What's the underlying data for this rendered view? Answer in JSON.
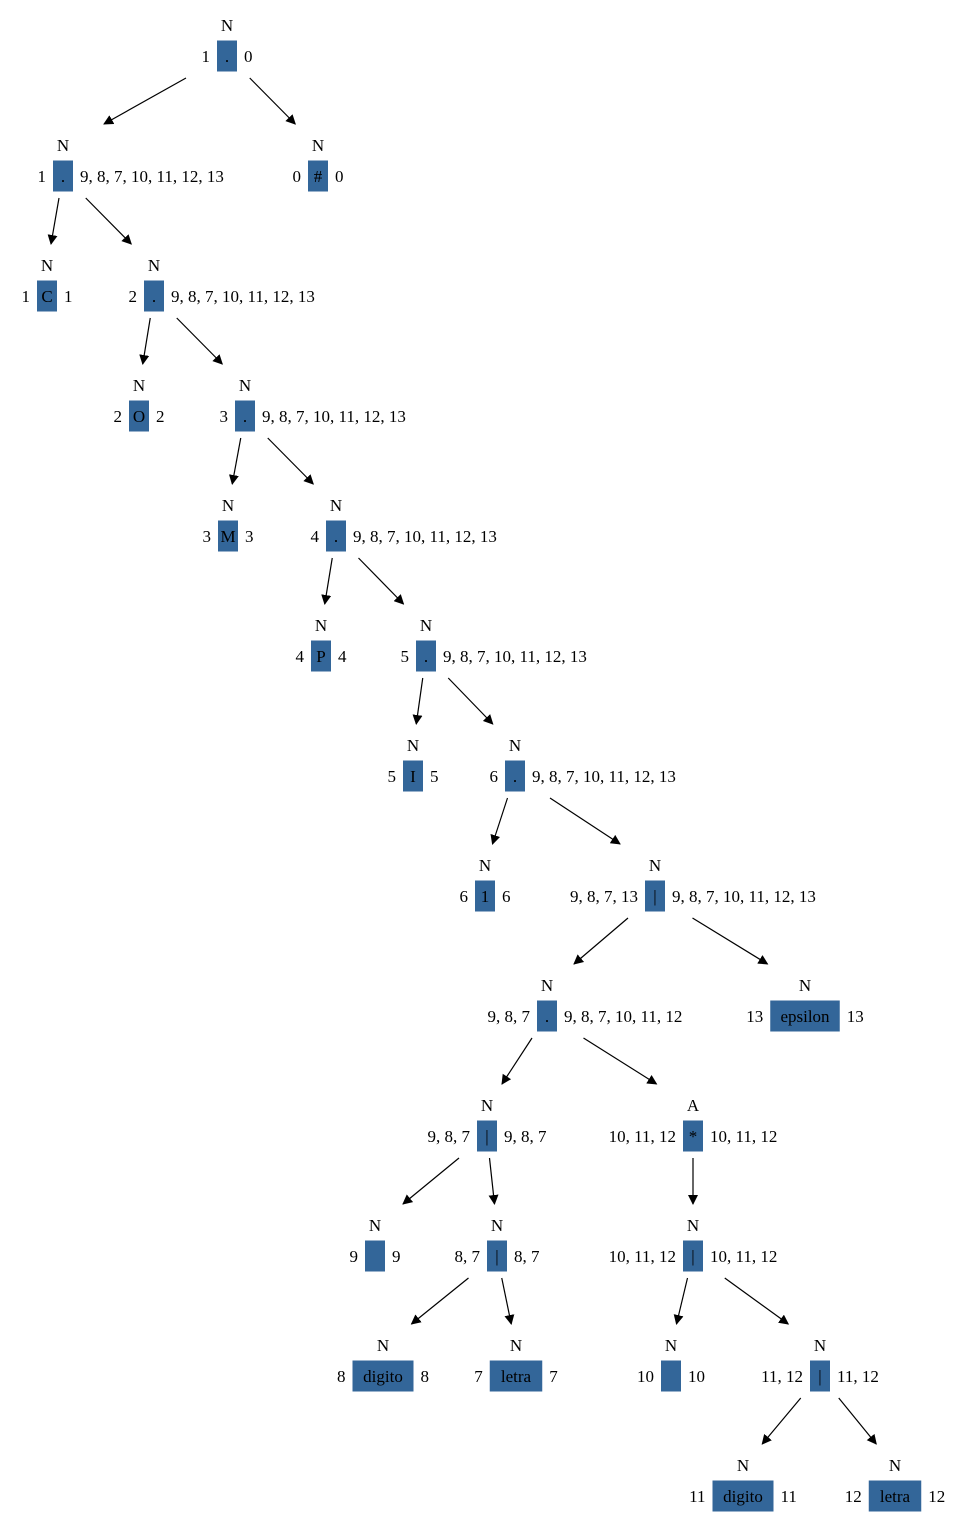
{
  "colors": {
    "operator_box": "#336699",
    "edge": "#000000",
    "background": "#ffffff"
  },
  "nodes": [
    {
      "id": "n0",
      "nullable": "N",
      "first": "1",
      "symbol": ".",
      "last": "0"
    },
    {
      "id": "n1",
      "nullable": "N",
      "first": "1",
      "symbol": ".",
      "last": "9, 8, 7, 10, 11, 12, 13"
    },
    {
      "id": "n2",
      "nullable": "N",
      "first": "0",
      "symbol": "#",
      "last": "0"
    },
    {
      "id": "n3",
      "nullable": "N",
      "first": "1",
      "symbol": "C",
      "last": "1"
    },
    {
      "id": "n4",
      "nullable": "N",
      "first": "2",
      "symbol": ".",
      "last": "9, 8, 7, 10, 11, 12, 13"
    },
    {
      "id": "n5",
      "nullable": "N",
      "first": "2",
      "symbol": "O",
      "last": "2"
    },
    {
      "id": "n6",
      "nullable": "N",
      "first": "3",
      "symbol": ".",
      "last": "9, 8, 7, 10, 11, 12, 13"
    },
    {
      "id": "n7",
      "nullable": "N",
      "first": "3",
      "symbol": "M",
      "last": "3"
    },
    {
      "id": "n8",
      "nullable": "N",
      "first": "4",
      "symbol": ".",
      "last": "9, 8, 7, 10, 11, 12, 13"
    },
    {
      "id": "n9",
      "nullable": "N",
      "first": "4",
      "symbol": "P",
      "last": "4"
    },
    {
      "id": "n10",
      "nullable": "N",
      "first": "5",
      "symbol": ".",
      "last": "9, 8, 7, 10, 11, 12, 13"
    },
    {
      "id": "n11",
      "nullable": "N",
      "first": "5",
      "symbol": "I",
      "last": "5"
    },
    {
      "id": "n12",
      "nullable": "N",
      "first": "6",
      "symbol": ".",
      "last": "9, 8, 7, 10, 11, 12, 13"
    },
    {
      "id": "n13",
      "nullable": "N",
      "first": "6",
      "symbol": "1",
      "last": "6"
    },
    {
      "id": "n14",
      "nullable": "N",
      "first": "9, 8, 7, 13",
      "symbol": "|",
      "last": "9, 8, 7, 10, 11, 12, 13"
    },
    {
      "id": "n15",
      "nullable": "N",
      "first": "9, 8, 7",
      "symbol": ".",
      "last": "9, 8, 7, 10, 11, 12"
    },
    {
      "id": "n16",
      "nullable": "N",
      "first": "13",
      "symbol": "epsilon",
      "last": "13"
    },
    {
      "id": "n17",
      "nullable": "N",
      "first": "9, 8, 7",
      "symbol": "|",
      "last": "9, 8, 7"
    },
    {
      "id": "n18",
      "nullable": "A",
      "first": "10, 11, 12",
      "symbol": "*",
      "last": "10, 11, 12"
    },
    {
      "id": "n19",
      "nullable": "N",
      "first": "9",
      "symbol": "",
      "last": "9"
    },
    {
      "id": "n20",
      "nullable": "N",
      "first": "8, 7",
      "symbol": "|",
      "last": "8, 7"
    },
    {
      "id": "n21",
      "nullable": "N",
      "first": "10, 11, 12",
      "symbol": "|",
      "last": "10, 11, 12"
    },
    {
      "id": "n22",
      "nullable": "N",
      "first": "8",
      "symbol": "digito",
      "last": "8"
    },
    {
      "id": "n23",
      "nullable": "N",
      "first": "7",
      "symbol": "letra",
      "last": "7"
    },
    {
      "id": "n24",
      "nullable": "N",
      "first": "10",
      "symbol": "",
      "last": "10"
    },
    {
      "id": "n25",
      "nullable": "N",
      "first": "11, 12",
      "symbol": "|",
      "last": "11, 12"
    },
    {
      "id": "n26",
      "nullable": "N",
      "first": "11",
      "symbol": "digito",
      "last": "11"
    },
    {
      "id": "n27",
      "nullable": "N",
      "first": "12",
      "symbol": "letra",
      "last": "12"
    }
  ],
  "edges": [
    {
      "from": "n0",
      "to": "n1"
    },
    {
      "from": "n0",
      "to": "n2"
    },
    {
      "from": "n1",
      "to": "n3"
    },
    {
      "from": "n1",
      "to": "n4"
    },
    {
      "from": "n4",
      "to": "n5"
    },
    {
      "from": "n4",
      "to": "n6"
    },
    {
      "from": "n6",
      "to": "n7"
    },
    {
      "from": "n6",
      "to": "n8"
    },
    {
      "from": "n8",
      "to": "n9"
    },
    {
      "from": "n8",
      "to": "n10"
    },
    {
      "from": "n10",
      "to": "n11"
    },
    {
      "from": "n10",
      "to": "n12"
    },
    {
      "from": "n12",
      "to": "n13"
    },
    {
      "from": "n12",
      "to": "n14"
    },
    {
      "from": "n14",
      "to": "n15"
    },
    {
      "from": "n14",
      "to": "n16"
    },
    {
      "from": "n15",
      "to": "n17"
    },
    {
      "from": "n15",
      "to": "n18"
    },
    {
      "from": "n17",
      "to": "n19"
    },
    {
      "from": "n17",
      "to": "n20"
    },
    {
      "from": "n18",
      "to": "n21"
    },
    {
      "from": "n20",
      "to": "n22"
    },
    {
      "from": "n20",
      "to": "n23"
    },
    {
      "from": "n21",
      "to": "n24"
    },
    {
      "from": "n21",
      "to": "n25"
    },
    {
      "from": "n25",
      "to": "n26"
    },
    {
      "from": "n25",
      "to": "n27"
    }
  ]
}
